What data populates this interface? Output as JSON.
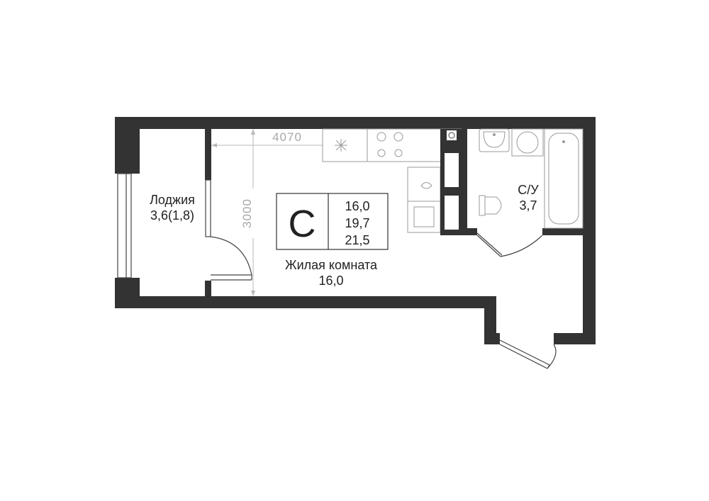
{
  "loggia": {
    "name": "Лоджия",
    "area": "3,6(1,8)"
  },
  "bathroom": {
    "name": "С/У",
    "area": "3,7"
  },
  "living_room": {
    "name": "Жилая комната",
    "area": "16,0"
  },
  "apartment": {
    "type_letter": "С",
    "areas": [
      "16,0",
      "19,7",
      "21,5"
    ]
  },
  "dimensions": {
    "width": "4070",
    "height": "3000"
  },
  "colors": {
    "wall": "#333333",
    "fixture_stroke": "#9a9a9a",
    "dimension": "#b8b8b8"
  }
}
